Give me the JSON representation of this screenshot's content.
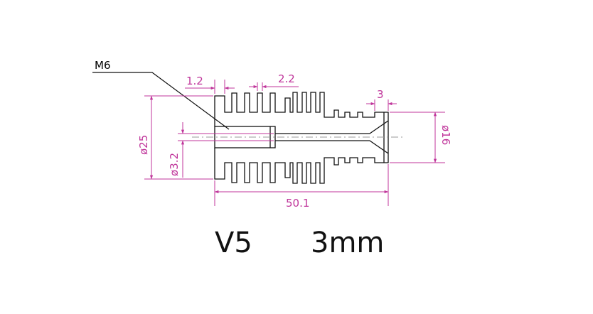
{
  "callout": {
    "label": "M6"
  },
  "dimensions": {
    "fin_thickness": "1.2",
    "fin_gap": "2.2",
    "collar_width": "3",
    "outer_diameter": "ø25",
    "bore_diameter": "ø3.2",
    "collar_diameter": "ø16",
    "overall_length": "50.1"
  },
  "caption": {
    "model": "V5",
    "filament": "3mm"
  },
  "colors": {
    "dimension": "#c0369b",
    "outline": "#111111",
    "centerline": "#9a9a9a"
  }
}
